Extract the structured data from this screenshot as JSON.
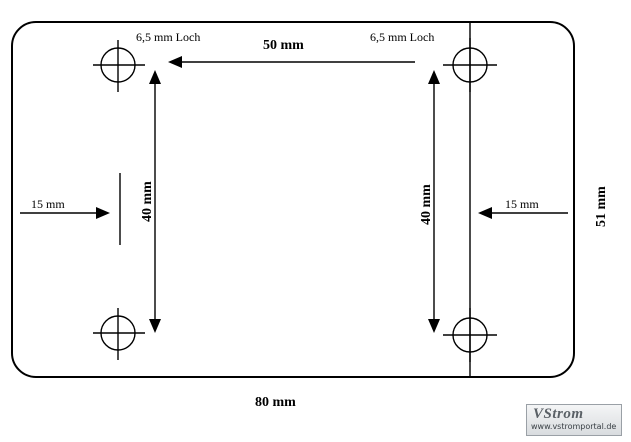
{
  "labels": {
    "hole_left": "6,5  mm Loch",
    "hole_right": "6,5  mm Loch",
    "dist_horizontal": "50 mm",
    "dist_left_vertical": "40 mm",
    "dist_right_vertical": "40 mm",
    "edge_left": "15 mm",
    "edge_right": "15 mm",
    "plate_height": "51 mm",
    "plate_width": "80 mm"
  },
  "watermark": {
    "brand": "VStrom",
    "url": "www.vstromportal.de"
  }
}
